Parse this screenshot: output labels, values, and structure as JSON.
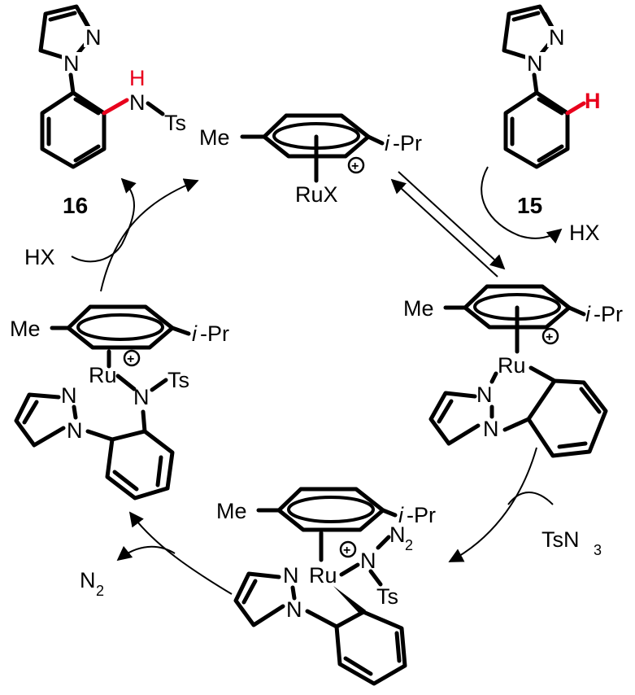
{
  "compounds": {
    "product_16": {
      "id": "16",
      "labels": {
        "n_h": "H",
        "n": "N",
        "ts": "Ts",
        "pz_n1": "N",
        "pz_n2": "N"
      }
    },
    "substrate_15": {
      "id": "15",
      "labels": {
        "h": "H",
        "pz_n1": "N",
        "pz_n2": "N"
      }
    }
  },
  "catalyst_top": {
    "me": "Me",
    "ipr_i": "i",
    "ipr_rest": "-Pr",
    "metal": "RuX",
    "charge": "+"
  },
  "intermediate_right": {
    "me": "Me",
    "ipr_i": "i",
    "ipr_rest": "-Pr",
    "metal": "Ru",
    "charge": "+",
    "n1": "N",
    "n2": "N"
  },
  "intermediate_bottom": {
    "me": "Me",
    "ipr_i": "i",
    "ipr_rest": "-Pr",
    "metal": "Ru",
    "charge": "+",
    "n1": "N",
    "n2": "N",
    "azide_n": "N",
    "azide_n2": "N",
    "azide_sub": "2",
    "ts": "Ts"
  },
  "intermediate_left": {
    "me": "Me",
    "ipr_i": "i",
    "ipr_rest": "-Pr",
    "metal": "Ru",
    "charge": "+",
    "n1": "N",
    "n2": "N",
    "amide_n": "N",
    "ts": "Ts"
  },
  "reagents": {
    "hx_out_right": "HX",
    "tsn3": "TsN",
    "tsn3_sub": "3",
    "n2_out": "N",
    "n2_sub": "2",
    "hx_in_left": "HX"
  }
}
